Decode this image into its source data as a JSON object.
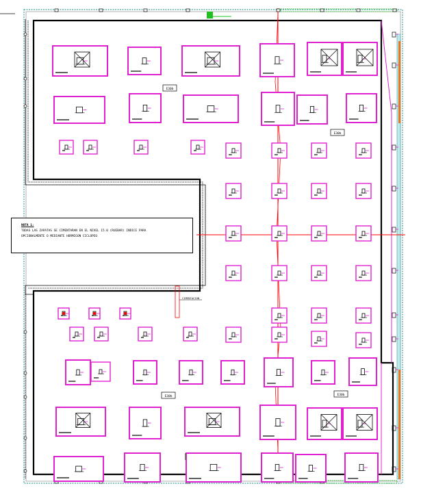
{
  "drawing": {
    "colors": {
      "background": "#ffffff",
      "wall": "#000000",
      "footing": "#e020d0",
      "axis_line": "#ff0000",
      "grade_beam": "#ff0000",
      "edge_teal": "#40a0a0",
      "edge_orange": "#e87820",
      "marker_green": "#20c020"
    },
    "note": {
      "title": "NOTA 1:",
      "line1": "TODAS LAS ZAPATAS SE CIMENTARAN EN EL NIVEL 15.0 (RUEBAR) INDICE PARA",
      "line2": "OPCIONALMENTE O MEDIANTE HORMIGON CICLOPEO"
    },
    "section_tags": [
      "E30b",
      "E30b",
      "E30b",
      "E30b"
    ],
    "callout_label": "CIMENTACION"
  }
}
